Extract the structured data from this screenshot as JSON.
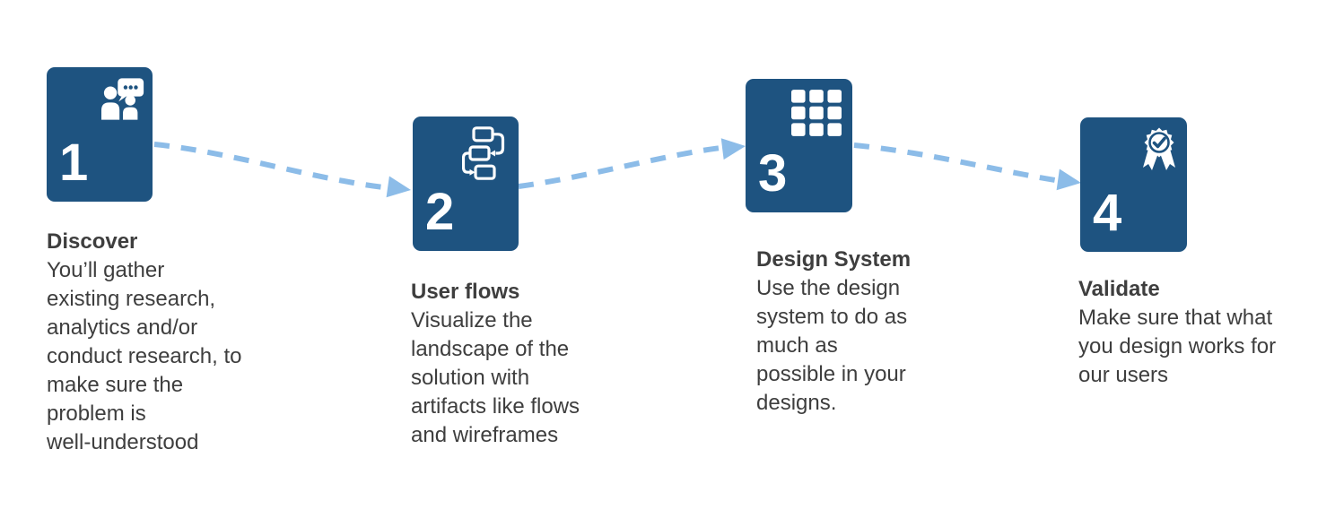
{
  "colors": {
    "card_blue": "#1E5380",
    "arrow_blue": "#8CBCE8",
    "text_dark": "#3E3E3E",
    "background": "#FFFFFF"
  },
  "diagram": {
    "type": "process-flow",
    "connector_style": "dashed-curved-arrow",
    "steps": [
      {
        "number": "1",
        "title": "Discover",
        "description": "You’ll gather\nexisting research,\nanalytics and/or\nconduct research, to\nmake sure the\nproblem is\nwell-understood",
        "icon": "conversation-icon"
      },
      {
        "number": "2",
        "title": "User flows",
        "description": "Visualize the\nlandscape of the\nsolution with\nartifacts like flows\nand wireframes",
        "icon": "flow-diagram-icon"
      },
      {
        "number": "3",
        "title": "Design System",
        "description": "Use the design\nsystem to do as\nmuch as\npossible in your\ndesigns.",
        "icon": "grid-icon"
      },
      {
        "number": "4",
        "title": "Validate",
        "description": "Make sure that what\nyou design works for\nour users",
        "icon": "award-icon"
      }
    ]
  }
}
